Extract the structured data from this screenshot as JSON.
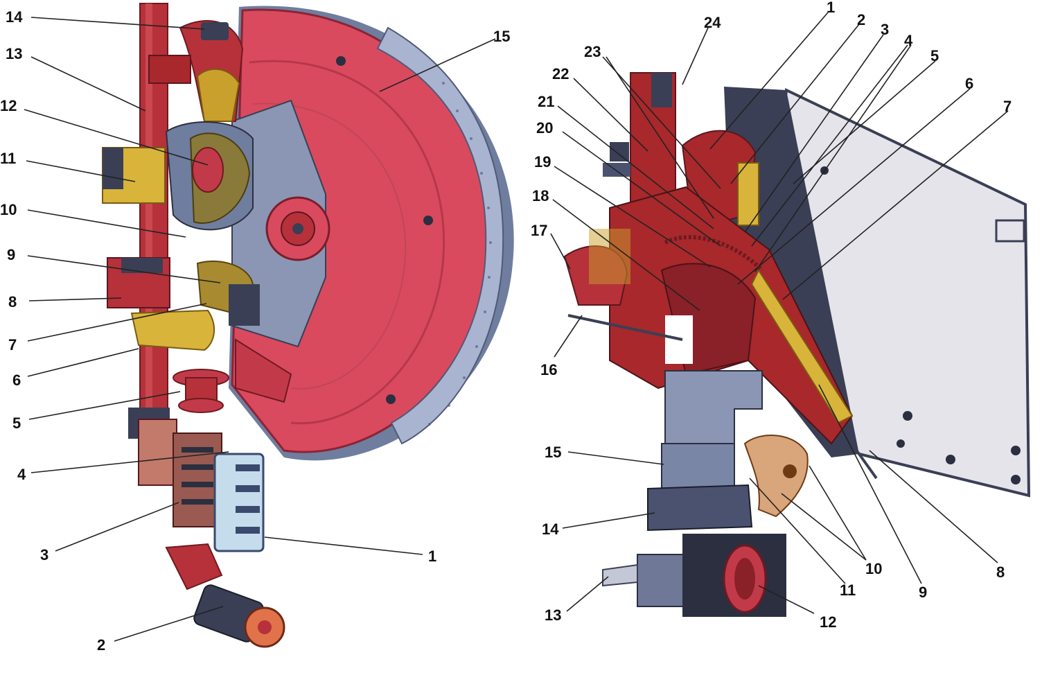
{
  "left_view": {
    "callouts": [
      "14",
      "13",
      "12",
      "11",
      "10",
      "9",
      "8",
      "7",
      "6",
      "5",
      "4",
      "3",
      "2",
      "1",
      "15"
    ]
  },
  "right_view": {
    "callouts": [
      "1",
      "2",
      "3",
      "4",
      "5",
      "6",
      "7",
      "24",
      "23",
      "22",
      "21",
      "20",
      "19",
      "18",
      "17",
      "16",
      "15",
      "14",
      "13",
      "12",
      "11",
      "10",
      "9",
      "8"
    ]
  },
  "colors": {
    "disc_red": "#d94a5e",
    "frame_red": "#a8282c",
    "steel": "#8a96b4",
    "dark_steel": "#3a3f55",
    "brass": "#c9a02c",
    "mesh": "#9aa8c8",
    "panel": "#e4e4ea"
  }
}
